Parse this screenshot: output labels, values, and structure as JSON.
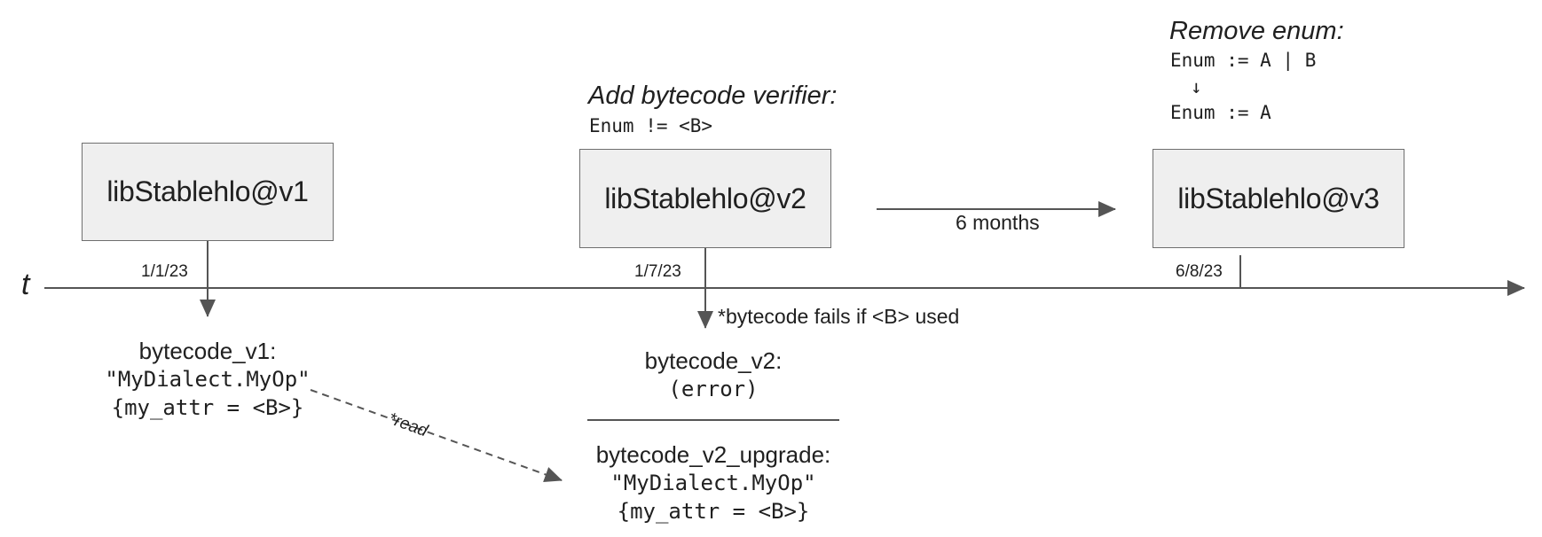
{
  "timeline": {
    "axis_label": "t"
  },
  "versions": [
    {
      "label": "libStablehlo@v1",
      "date": "1/1/23"
    },
    {
      "label": "libStablehlo@v2",
      "date": "1/7/23"
    },
    {
      "label": "libStablehlo@v3",
      "date": "6/8/23"
    }
  ],
  "annotations": {
    "v2_heading": "Add bytecode verifier:",
    "v2_code": "Enum != <B>",
    "v3_heading": "Remove enum:",
    "v3_code_before": "Enum := A | B",
    "v3_code_arrow": "↓",
    "v3_code_after": "Enum := A",
    "duration": "6 months",
    "v2_failure_note": "*bytecode fails if <B> used",
    "read_label": "*read"
  },
  "bytecodes": {
    "v1": {
      "title": "bytecode_v1:",
      "op": "\"MyDialect.MyOp\"",
      "attr": "{my_attr = <B>}"
    },
    "v2": {
      "title": "bytecode_v2:",
      "result": "(error)"
    },
    "v2_upgrade": {
      "title": "bytecode_v2_upgrade:",
      "op": "\"MyDialect.MyOp\"",
      "attr": "{my_attr = <B>}"
    }
  },
  "colors": {
    "line": "#555555",
    "box_fill": "#efefef",
    "box_border": "#6f6f6f",
    "text": "#202020"
  }
}
